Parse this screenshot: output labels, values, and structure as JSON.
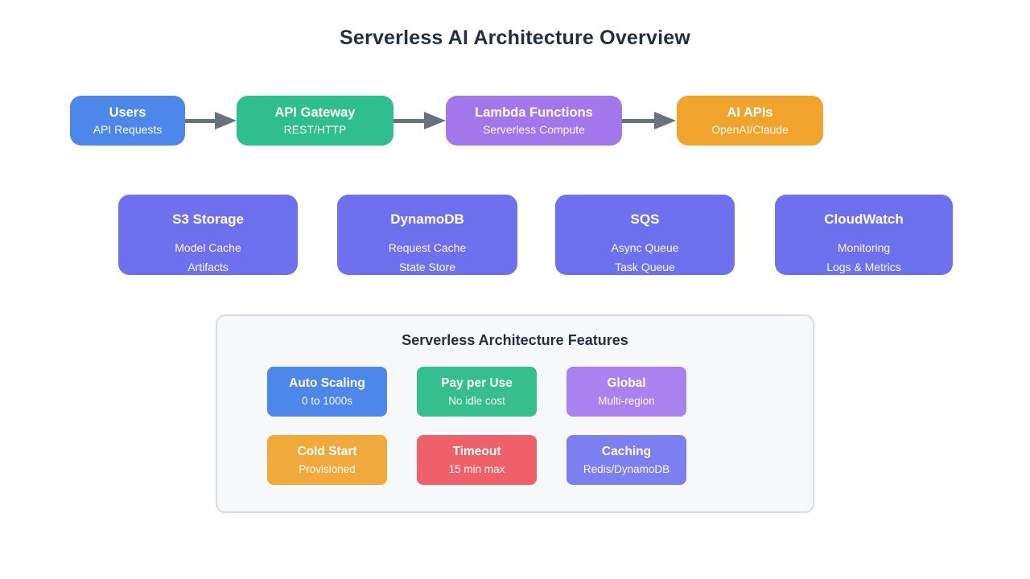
{
  "page": {
    "title": "Serverless AI Architecture Overview"
  },
  "colors": {
    "arrow": "#68727f",
    "title_text": "#212f44",
    "panel_bg": "#f7f8fa",
    "panel_border": "#d8dce4"
  },
  "flow": {
    "nodes": [
      {
        "label": "Users",
        "sublabel": "API Requests",
        "color": "#4d87e9"
      },
      {
        "label": "API Gateway",
        "sublabel": "REST/HTTP",
        "color": "#2fbe8d"
      },
      {
        "label": "Lambda Functions",
        "sublabel": "Serverless Compute",
        "color": "#a476ec"
      },
      {
        "label": "AI APIs",
        "sublabel": "OpenAI/Claude",
        "color": "#f0a42e"
      }
    ]
  },
  "services": [
    {
      "title": "S3 Storage",
      "lines": [
        "Model Cache",
        "Artifacts"
      ],
      "color": "#6e71ee"
    },
    {
      "title": "DynamoDB",
      "lines": [
        "Request Cache",
        "State Store"
      ],
      "color": "#6e71ee"
    },
    {
      "title": "SQS",
      "lines": [
        "Async Queue",
        "Task Queue"
      ],
      "color": "#6e71ee"
    },
    {
      "title": "CloudWatch",
      "lines": [
        "Monitoring",
        "Logs & Metrics"
      ],
      "color": "#6e71ee"
    }
  ],
  "features": {
    "title": "Serverless Architecture Features",
    "cards": [
      {
        "title": "Auto Scaling",
        "sublabel": "0 to 1000s",
        "color": "#4d87e9"
      },
      {
        "title": "Pay per Use",
        "sublabel": "No idle cost",
        "color": "#36be8f"
      },
      {
        "title": "Global",
        "sublabel": "Multi-region",
        "color": "#a982f0"
      },
      {
        "title": "Cold Start",
        "sublabel": "Provisioned",
        "color": "#f0aa3c"
      },
      {
        "title": "Timeout",
        "sublabel": "15 min max",
        "color": "#ee6169"
      },
      {
        "title": "Caching",
        "sublabel": "Redis/DynamoDB",
        "color": "#7c7ff0"
      }
    ]
  }
}
